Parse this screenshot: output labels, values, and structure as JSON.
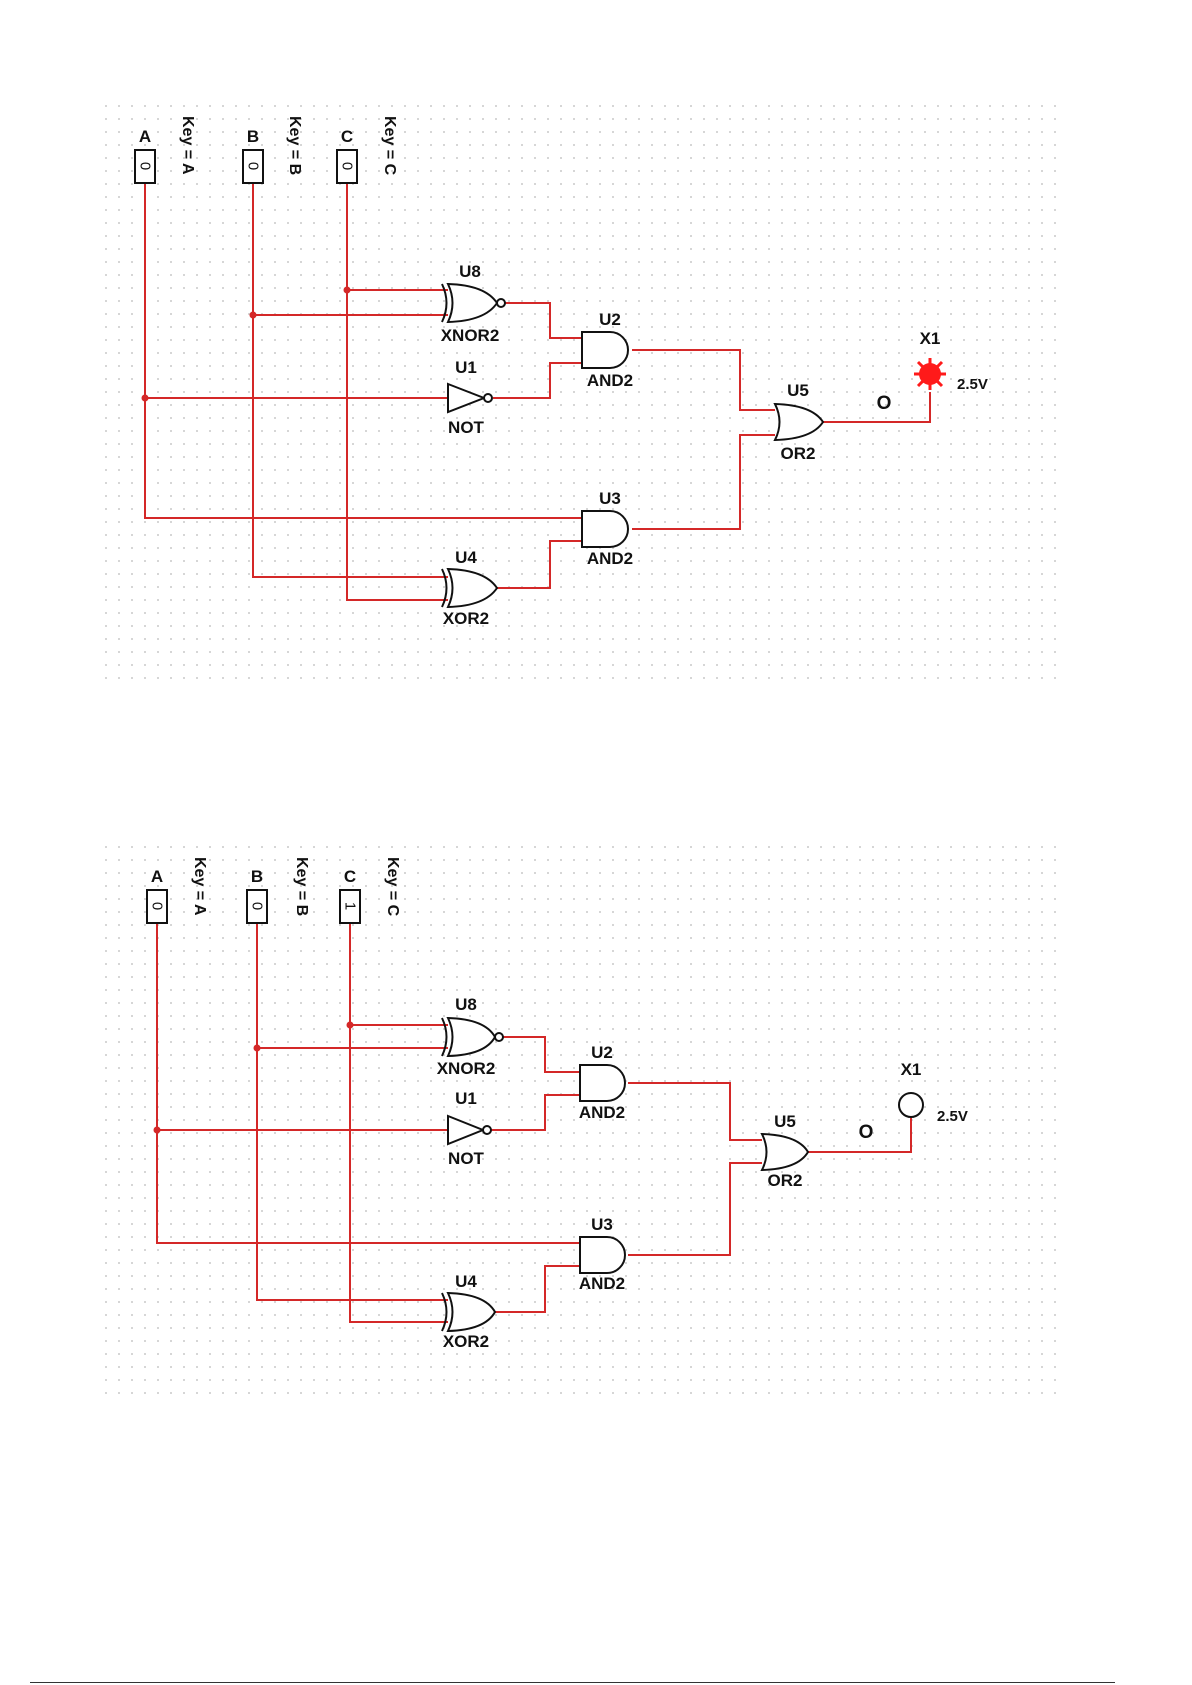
{
  "panels": [
    {
      "inputs": [
        {
          "name": "A",
          "key": "Key = A",
          "value": "0"
        },
        {
          "name": "B",
          "key": "Key = B",
          "value": "0"
        },
        {
          "name": "C",
          "key": "Key = C",
          "value": "0"
        }
      ],
      "gates": {
        "u8": {
          "ref": "U8",
          "type": "XNOR2"
        },
        "u1": {
          "ref": "U1",
          "type": "NOT"
        },
        "u2": {
          "ref": "U2",
          "type": "AND2"
        },
        "u3": {
          "ref": "U3",
          "type": "AND2"
        },
        "u4": {
          "ref": "U4",
          "type": "XOR2"
        },
        "u5": {
          "ref": "U5",
          "type": "OR2"
        }
      },
      "output": {
        "net": "O",
        "ref": "X1",
        "voltage": "2.5V",
        "lit": true
      }
    },
    {
      "inputs": [
        {
          "name": "A",
          "key": "Key = A",
          "value": "0"
        },
        {
          "name": "B",
          "key": "Key = B",
          "value": "0"
        },
        {
          "name": "C",
          "key": "Key = C",
          "value": "1"
        }
      ],
      "gates": {
        "u8": {
          "ref": "U8",
          "type": "XNOR2"
        },
        "u1": {
          "ref": "U1",
          "type": "NOT"
        },
        "u2": {
          "ref": "U2",
          "type": "AND2"
        },
        "u3": {
          "ref": "U3",
          "type": "AND2"
        },
        "u4": {
          "ref": "U4",
          "type": "XOR2"
        },
        "u5": {
          "ref": "U5",
          "type": "OR2"
        }
      },
      "output": {
        "net": "O",
        "ref": "X1",
        "voltage": "2.5V",
        "lit": false
      }
    }
  ],
  "colors": {
    "wire": "#d42828",
    "lamp_on": "#ff1a1a",
    "grid_dot": "#c9c9c9"
  }
}
